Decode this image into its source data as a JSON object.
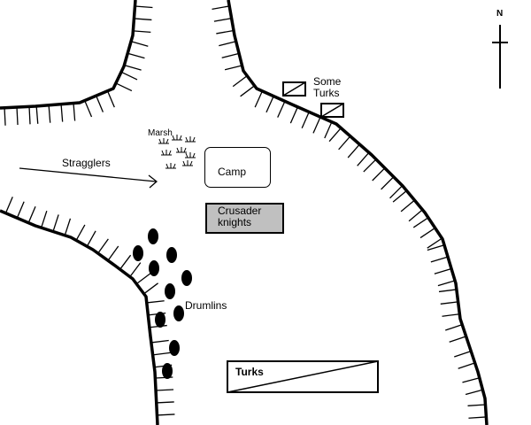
{
  "map": {
    "north": "N",
    "labels": {
      "some_turks": "Some\nTurks",
      "marsh": "Marsh",
      "stragglers": "Stragglers",
      "camp": "Camp",
      "crusader_knights": "Crusader\nknights",
      "drumlins": "Drumlins",
      "turks": "Turks"
    },
    "colors": {
      "knights_fill": "#c0c0c0",
      "line": "#000000",
      "background": "#ffffff"
    },
    "symbols": {
      "turks_units": "rectangle-with-diagonal",
      "drumlins": "black-ovals",
      "marsh": "marsh-tufts",
      "valley_edges": "hachured-slopes"
    }
  }
}
